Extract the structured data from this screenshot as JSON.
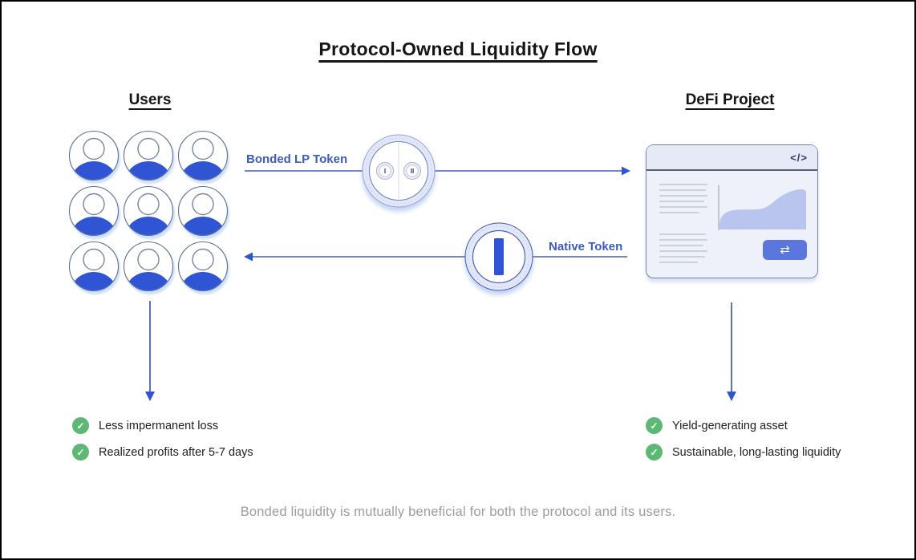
{
  "title": "Protocol-Owned Liquidity Flow",
  "left": {
    "heading": "Users",
    "benefits": [
      "Less impermanent loss",
      "Realized profits after 5-7 days"
    ]
  },
  "right": {
    "heading": "DeFi Project",
    "benefits": [
      "Yield-generating asset",
      "Sustainable, long-lasting liquidity"
    ]
  },
  "flows": {
    "to_project": "Bonded LP Token",
    "to_users": "Native Token"
  },
  "tokens": {
    "lp_coin_1": "I",
    "lp_coin_2": "II"
  },
  "icons": {
    "check": "✓",
    "code": "</>",
    "swap": "⇄"
  },
  "caption": "Bonded liquidity is mutually beneficial for both the protocol and its users.",
  "colors": {
    "accent_blue": "#3b5bbf",
    "primary_blue": "#2f55d4",
    "token_ring": "#e2e7f8",
    "window_bg": "#eef0fa",
    "chart_fill": "#b9c4ef",
    "button_blue": "#5b76dd",
    "check_green": "#5cb874",
    "caption_gray": "#9d9d9d"
  }
}
